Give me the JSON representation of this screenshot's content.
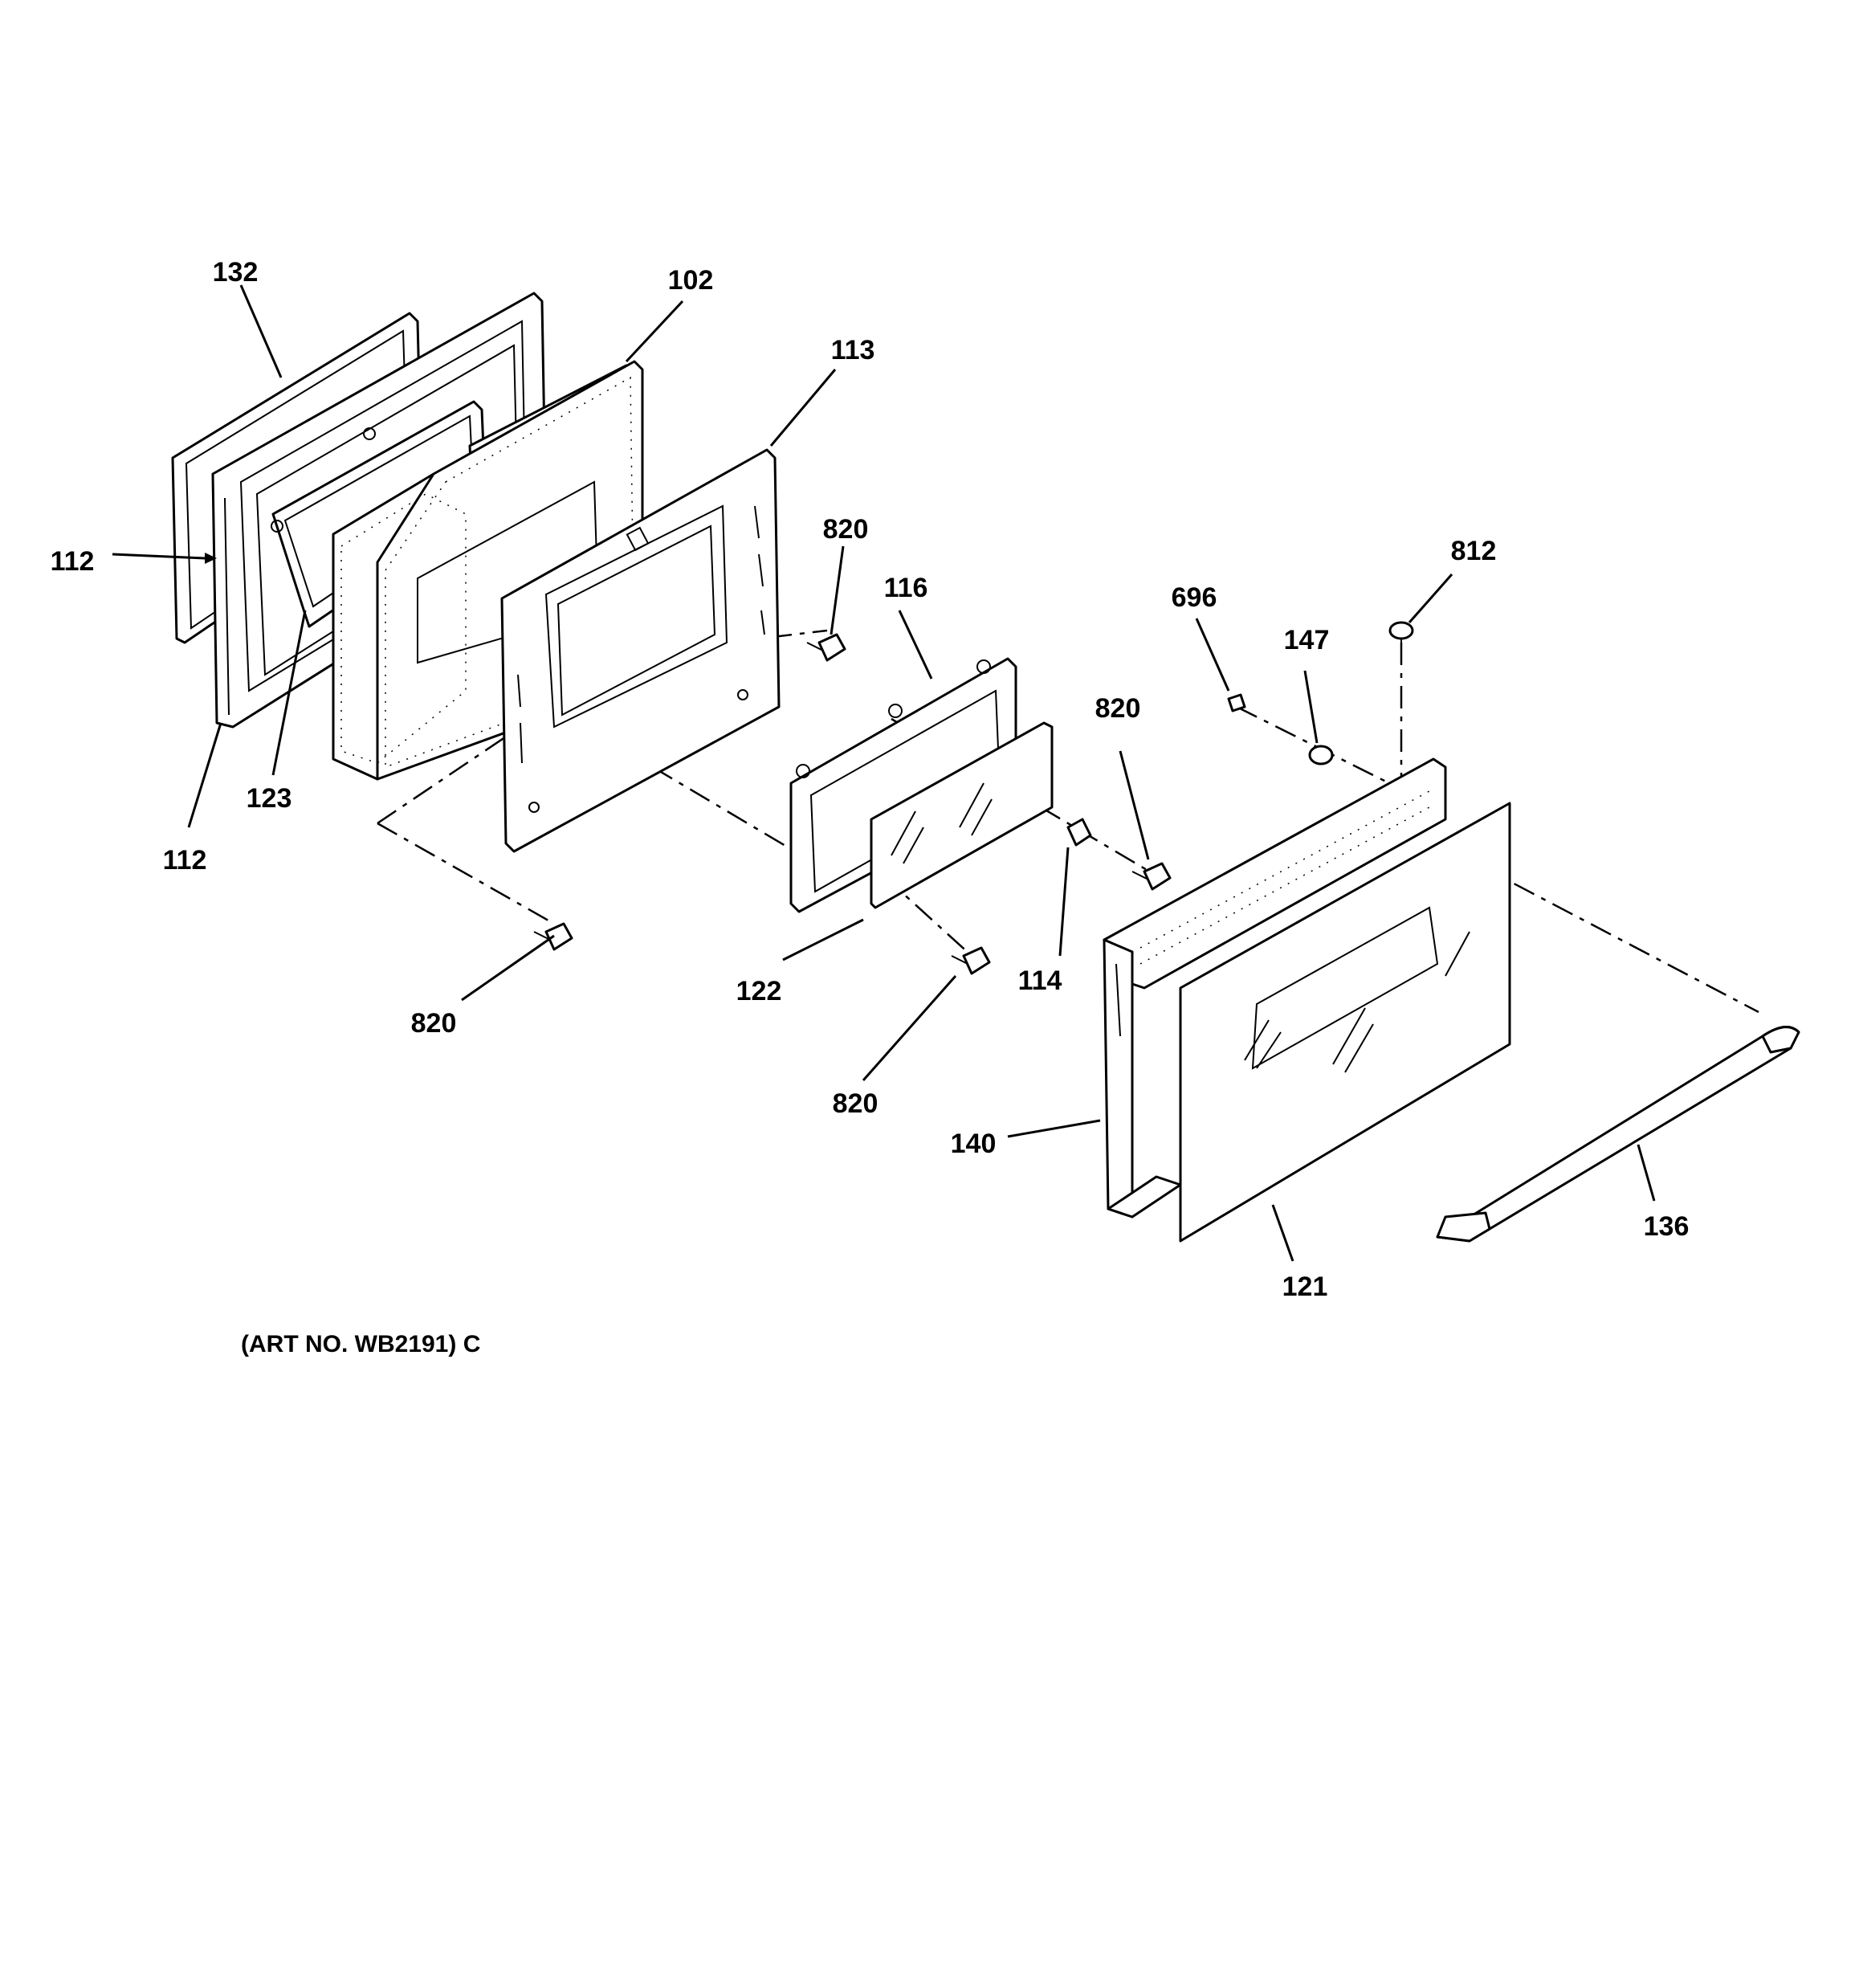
{
  "art_number": "(ART NO. WB2191) C",
  "callouts": [
    {
      "id": "132",
      "text": "132"
    },
    {
      "id": "102",
      "text": "102"
    },
    {
      "id": "113",
      "text": "113"
    },
    {
      "id": "112a",
      "text": "112"
    },
    {
      "id": "112b",
      "text": "112"
    },
    {
      "id": "123",
      "text": "123"
    },
    {
      "id": "820a",
      "text": "820"
    },
    {
      "id": "820b",
      "text": "820"
    },
    {
      "id": "820c",
      "text": "820"
    },
    {
      "id": "820d",
      "text": "820"
    },
    {
      "id": "116",
      "text": "116"
    },
    {
      "id": "122",
      "text": "122"
    },
    {
      "id": "114",
      "text": "114"
    },
    {
      "id": "696",
      "text": "696"
    },
    {
      "id": "147",
      "text": "147"
    },
    {
      "id": "812",
      "text": "812"
    },
    {
      "id": "140",
      "text": "140"
    },
    {
      "id": "121",
      "text": "121"
    },
    {
      "id": "136",
      "text": "136"
    }
  ]
}
